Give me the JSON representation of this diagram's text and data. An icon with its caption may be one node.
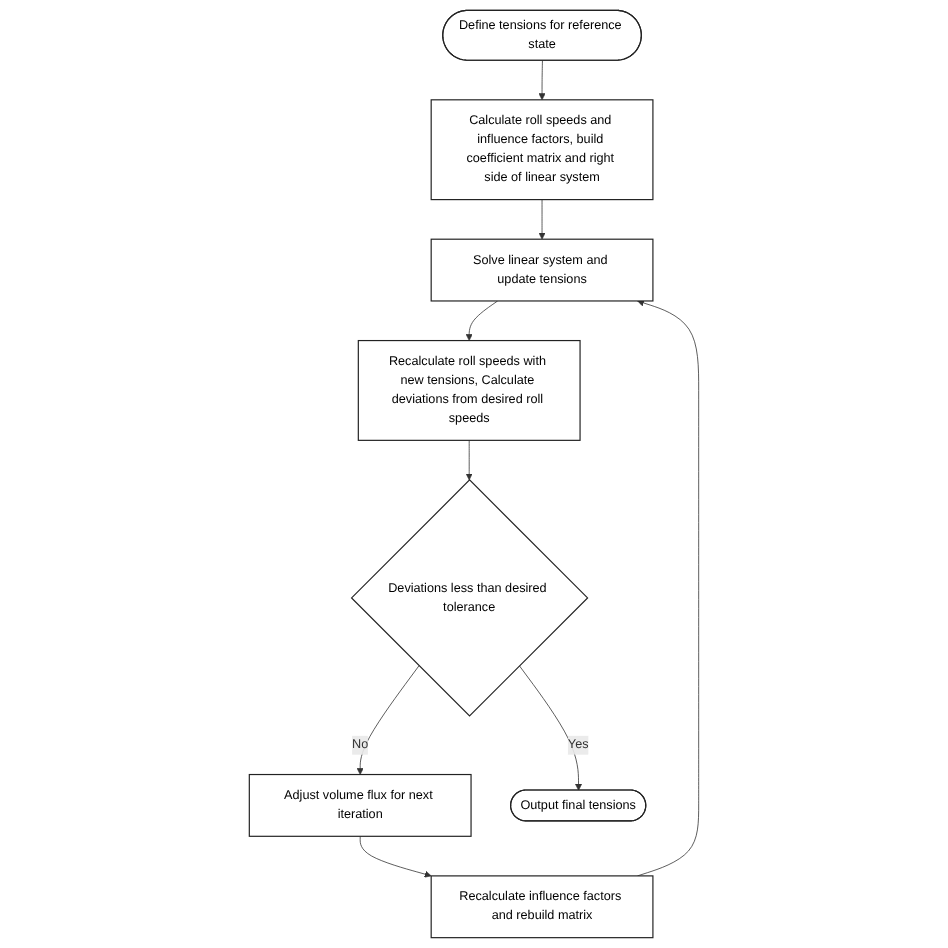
{
  "diagram": {
    "nodes": [
      {
        "text": [
          "Define tensions for reference state"
        ]
      },
      {
        "text": [
          "Calculate roll speeds and influence factors, build coefficient matrix and right side of linear system"
        ]
      },
      {
        "text": [
          "Recalculate influence factors and rebuild matrix"
        ]
      },
      {
        "text": [
          "Solve linear system and update tensions"
        ]
      },
      {
        "text": [
          "Recalculate roll speeds with new tensions, Calculate deviations from desired roll speeds"
        ]
      },
      {
        "text": [
          "Adjust volume flux for next iteration"
        ]
      },
      {
        "text": [
          "Deviations less than desired tolerance"
        ]
      },
      {
        "text": [
          "Output final tensions"
        ]
      }
    ],
    "edges": [
      {
        "from": 0,
        "to": 1,
        "arrow": "to"
      },
      {
        "from": 1,
        "to": 3,
        "arrow": "to"
      },
      {
        "from": 2,
        "to": 3,
        "arrow": "to"
      },
      {
        "from": 3,
        "to": 4,
        "arrow": "to"
      },
      {
        "from": 4,
        "to": 6,
        "arrow": "to"
      },
      {
        "from": 6,
        "to": 5,
        "label": "No",
        "arrow": "to"
      },
      {
        "from": 5,
        "to": 2,
        "arrow": "to"
      },
      {
        "from": 6,
        "to": 7,
        "label": "Yes",
        "arrow": "to"
      }
    ]
  }
}
